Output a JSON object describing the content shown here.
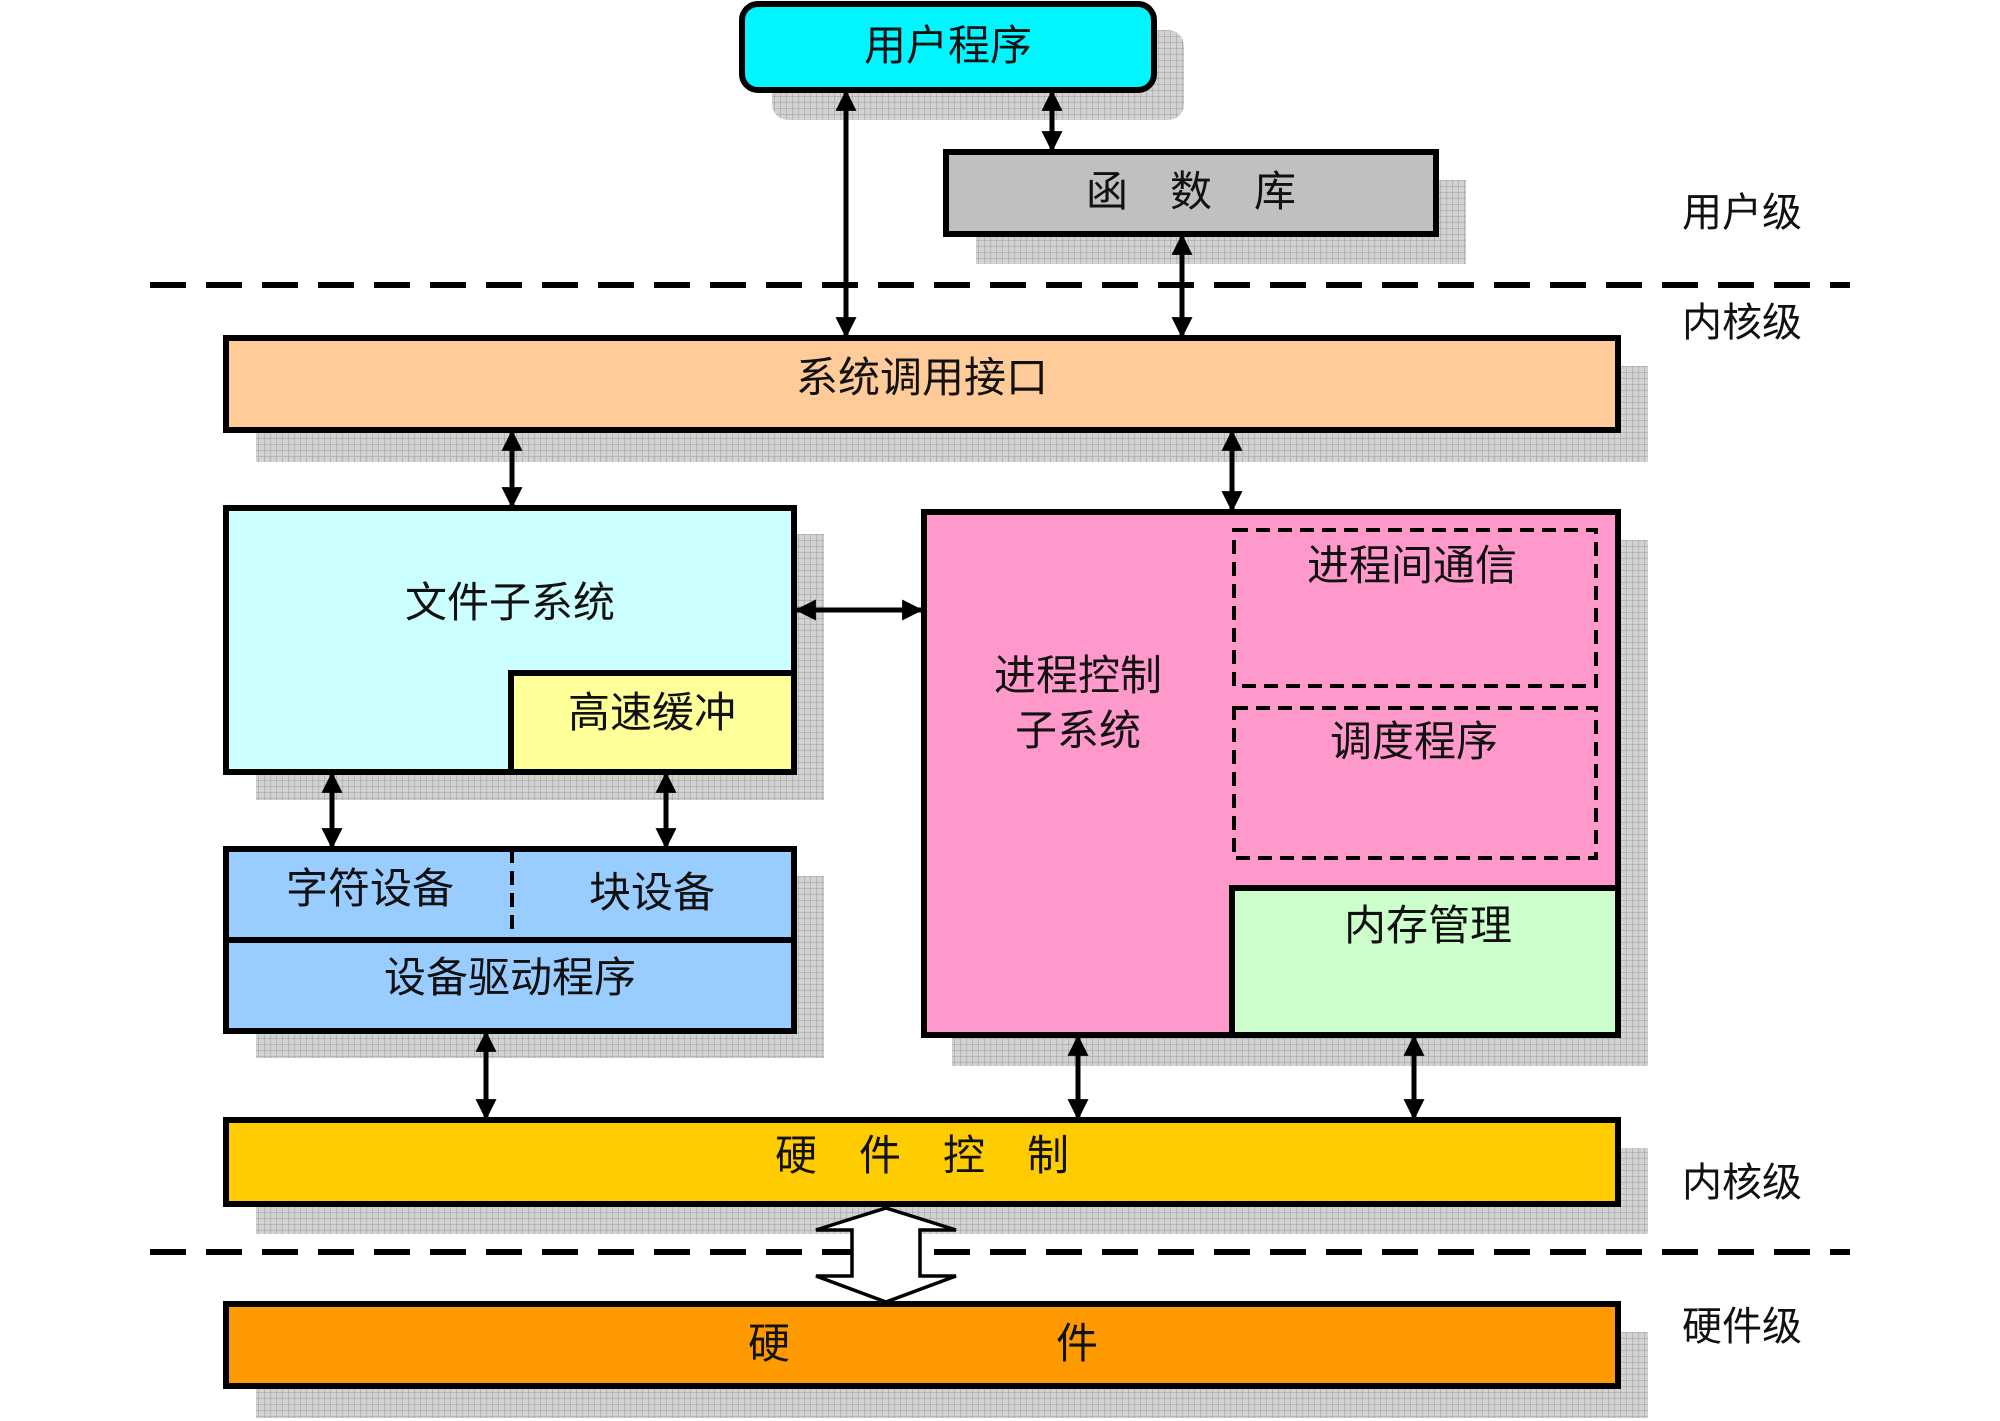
{
  "labels": {
    "user_program": "用户程序",
    "library": "函　数　库",
    "syscall_interface": "系统调用接口",
    "file_subsystem": "文件子系统",
    "buffer_cache": "高速缓冲",
    "char_device": "字符设备",
    "block_device": "块设备",
    "device_driver": "设备驱动程序",
    "process_control_line1": "进程控制",
    "process_control_line2": "子系统",
    "ipc": "进程间通信",
    "scheduler": "调度程序",
    "memory_management": "内存管理",
    "hardware_control": "硬　件　控　制",
    "hardware_left": "硬",
    "hardware_right": "件",
    "level_user": "用户级",
    "level_kernel_top": "内核级",
    "level_kernel_bottom": "内核级",
    "level_hardware": "硬件级"
  },
  "colors": {
    "user_program": "#00F5FF",
    "library": "#C0C0C0",
    "syscall_interface": "#FFCC99",
    "file_subsystem": "#CCFFFF",
    "buffer_cache": "#FFFF99",
    "devices": "#99CCFF",
    "process_control": "#FF99CC",
    "memory_management": "#CCFFCC",
    "hardware_control": "#FFCC00",
    "hardware": "#FF9900",
    "shadow": "#BBBBBB",
    "stroke": "#000000"
  }
}
